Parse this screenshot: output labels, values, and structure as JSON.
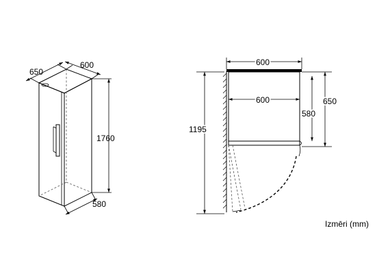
{
  "iso": {
    "width_label": "600",
    "depth_label": "650",
    "height_label": "1760",
    "foot_depth_label": "580"
  },
  "side": {
    "top_width_label": "600",
    "inner_width_label": "600",
    "total_height_label": "1195",
    "depth_label": "650",
    "body_depth_label": "580"
  },
  "units_label": "Izmēri (mm)"
}
